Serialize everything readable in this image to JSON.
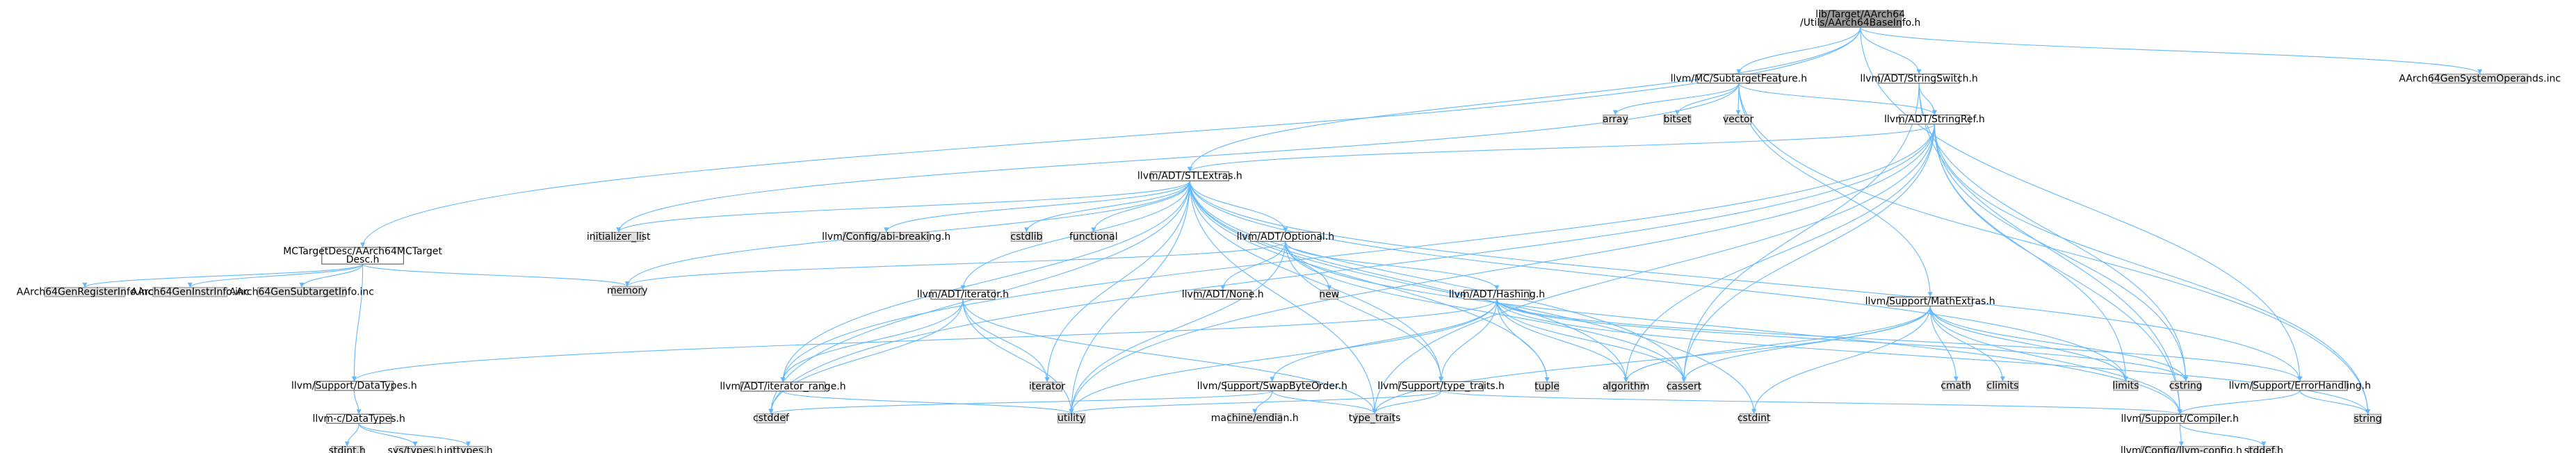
{
  "graph": {
    "edge_color": "#63b8ff",
    "nodes": [
      {
        "id": "root",
        "lines": [
          "lib/Target/AArch64",
          "/Utils/AArch64BaseInfo.h"
        ],
        "kind": "root"
      },
      {
        "id": "mctarget",
        "lines": [
          "MCTargetDesc/AArch64MCTarget",
          "Desc.h"
        ],
        "kind": "internal"
      },
      {
        "id": "stlextras",
        "lines": [
          "llvm/ADT/STLExtras.h"
        ],
        "kind": "internal"
      },
      {
        "id": "subtargetfeature",
        "lines": [
          "llvm/MC/SubtargetFeature.h"
        ],
        "kind": "internal"
      },
      {
        "id": "stringswitch",
        "lines": [
          "llvm/ADT/StringSwitch.h"
        ],
        "kind": "internal"
      },
      {
        "id": "sysoperands",
        "lines": [
          "AArch64GenSystemOperands.inc"
        ],
        "kind": "external"
      },
      {
        "id": "reginfo",
        "lines": [
          "AArch64GenRegisterInfo.inc"
        ],
        "kind": "external"
      },
      {
        "id": "instrinfo",
        "lines": [
          "AArch64GenInstrInfo.inc"
        ],
        "kind": "external"
      },
      {
        "id": "subtargetinfo",
        "lines": [
          "AArch64GenSubtargetInfo.inc"
        ],
        "kind": "external"
      },
      {
        "id": "memory",
        "lines": [
          "memory"
        ],
        "kind": "external"
      },
      {
        "id": "datatypes",
        "lines": [
          "llvm/Support/DataTypes.h"
        ],
        "kind": "internal"
      },
      {
        "id": "cdatatypes",
        "lines": [
          "llvm-c/DataTypes.h"
        ],
        "kind": "internal"
      },
      {
        "id": "stdint",
        "lines": [
          "stdint.h"
        ],
        "kind": "external"
      },
      {
        "id": "systypes",
        "lines": [
          "sys/types.h"
        ],
        "kind": "external"
      },
      {
        "id": "inttypes",
        "lines": [
          "inttypes.h"
        ],
        "kind": "external"
      },
      {
        "id": "initlist",
        "lines": [
          "initializer_list"
        ],
        "kind": "external"
      },
      {
        "id": "abibreaking",
        "lines": [
          "llvm/Config/abi-breaking.h"
        ],
        "kind": "external"
      },
      {
        "id": "cstdlib",
        "lines": [
          "cstdlib"
        ],
        "kind": "external"
      },
      {
        "id": "functional",
        "lines": [
          "functional"
        ],
        "kind": "external"
      },
      {
        "id": "optional",
        "lines": [
          "llvm/ADT/Optional.h"
        ],
        "kind": "internal"
      },
      {
        "id": "iteratorh",
        "lines": [
          "llvm/ADT/iterator.h"
        ],
        "kind": "internal"
      },
      {
        "id": "noneh",
        "lines": [
          "llvm/ADT/None.h"
        ],
        "kind": "internal"
      },
      {
        "id": "new",
        "lines": [
          "new"
        ],
        "kind": "external"
      },
      {
        "id": "hashing",
        "lines": [
          "llvm/ADT/Hashing.h"
        ],
        "kind": "internal"
      },
      {
        "id": "iterrange",
        "lines": [
          "llvm/ADT/iterator_range.h"
        ],
        "kind": "internal"
      },
      {
        "id": "iterator",
        "lines": [
          "iterator"
        ],
        "kind": "external"
      },
      {
        "id": "cstddef",
        "lines": [
          "cstddef"
        ],
        "kind": "external"
      },
      {
        "id": "utility",
        "lines": [
          "utility"
        ],
        "kind": "external"
      },
      {
        "id": "swapbyte",
        "lines": [
          "llvm/Support/SwapByteOrder.h"
        ],
        "kind": "internal"
      },
      {
        "id": "typetraitsh",
        "lines": [
          "llvm/Support/type_traits.h"
        ],
        "kind": "internal"
      },
      {
        "id": "machineendian",
        "lines": [
          "machine/endian.h"
        ],
        "kind": "external"
      },
      {
        "id": "typetraits",
        "lines": [
          "type_traits"
        ],
        "kind": "external"
      },
      {
        "id": "tuple",
        "lines": [
          "tuple"
        ],
        "kind": "external"
      },
      {
        "id": "algorithm",
        "lines": [
          "algorithm"
        ],
        "kind": "external"
      },
      {
        "id": "cassert",
        "lines": [
          "cassert"
        ],
        "kind": "external"
      },
      {
        "id": "cstdint",
        "lines": [
          "cstdint"
        ],
        "kind": "external"
      },
      {
        "id": "array",
        "lines": [
          "array"
        ],
        "kind": "external"
      },
      {
        "id": "bitset",
        "lines": [
          "bitset"
        ],
        "kind": "external"
      },
      {
        "id": "vector",
        "lines": [
          "vector"
        ],
        "kind": "external"
      },
      {
        "id": "stringref",
        "lines": [
          "llvm/ADT/StringRef.h"
        ],
        "kind": "internal"
      },
      {
        "id": "mathextras",
        "lines": [
          "llvm/Support/MathExtras.h"
        ],
        "kind": "internal"
      },
      {
        "id": "cmath",
        "lines": [
          "cmath"
        ],
        "kind": "external"
      },
      {
        "id": "climits",
        "lines": [
          "climits"
        ],
        "kind": "external"
      },
      {
        "id": "limits",
        "lines": [
          "limits"
        ],
        "kind": "external"
      },
      {
        "id": "cstring",
        "lines": [
          "cstring"
        ],
        "kind": "external"
      },
      {
        "id": "errorhandling",
        "lines": [
          "llvm/Support/ErrorHandling.h"
        ],
        "kind": "internal"
      },
      {
        "id": "compiler",
        "lines": [
          "llvm/Support/Compiler.h"
        ],
        "kind": "internal"
      },
      {
        "id": "string",
        "lines": [
          "string"
        ],
        "kind": "external"
      },
      {
        "id": "llvmconfig",
        "lines": [
          "llvm/Config/llvm-config.h"
        ],
        "kind": "external"
      },
      {
        "id": "stddef",
        "lines": [
          "stddef.h"
        ],
        "kind": "external"
      }
    ],
    "edges": [
      [
        "root",
        "mctarget"
      ],
      [
        "root",
        "stlextras"
      ],
      [
        "root",
        "subtargetfeature"
      ],
      [
        "root",
        "stringswitch"
      ],
      [
        "root",
        "sysoperands"
      ],
      [
        "root",
        "errorhandling"
      ],
      [
        "mctarget",
        "reginfo"
      ],
      [
        "mctarget",
        "instrinfo"
      ],
      [
        "mctarget",
        "subtargetinfo"
      ],
      [
        "mctarget",
        "memory"
      ],
      [
        "mctarget",
        "datatypes"
      ],
      [
        "datatypes",
        "cdatatypes"
      ],
      [
        "cdatatypes",
        "stdint"
      ],
      [
        "cdatatypes",
        "systypes"
      ],
      [
        "cdatatypes",
        "inttypes"
      ],
      [
        "stlextras",
        "initlist"
      ],
      [
        "stlextras",
        "memory"
      ],
      [
        "stlextras",
        "abibreaking"
      ],
      [
        "stlextras",
        "cstdlib"
      ],
      [
        "stlextras",
        "functional"
      ],
      [
        "stlextras",
        "optional"
      ],
      [
        "stlextras",
        "iteratorh"
      ],
      [
        "stlextras",
        "iterrange"
      ],
      [
        "stlextras",
        "typetraitsh"
      ],
      [
        "stlextras",
        "errorhandling"
      ],
      [
        "stlextras",
        "algorithm"
      ],
      [
        "stlextras",
        "cassert"
      ],
      [
        "stlextras",
        "cstddef"
      ],
      [
        "stlextras",
        "cstdint"
      ],
      [
        "stlextras",
        "iterator"
      ],
      [
        "stlextras",
        "limits"
      ],
      [
        "stlextras",
        "tuple"
      ],
      [
        "stlextras",
        "typetraits"
      ],
      [
        "stlextras",
        "utility"
      ],
      [
        "optional",
        "noneh"
      ],
      [
        "optional",
        "new"
      ],
      [
        "optional",
        "memory"
      ],
      [
        "optional",
        "hashing"
      ],
      [
        "optional",
        "compiler"
      ],
      [
        "optional",
        "typetraitsh"
      ],
      [
        "optional",
        "cassert"
      ],
      [
        "optional",
        "utility"
      ],
      [
        "iteratorh",
        "iterrange"
      ],
      [
        "iteratorh",
        "iterator"
      ],
      [
        "iteratorh",
        "cstddef"
      ],
      [
        "iteratorh",
        "typetraits"
      ],
      [
        "iteratorh",
        "utility"
      ],
      [
        "iterrange",
        "utility"
      ],
      [
        "hashing",
        "datatypes"
      ],
      [
        "hashing",
        "errorhandling"
      ],
      [
        "hashing",
        "swapbyte"
      ],
      [
        "hashing",
        "typetraitsh"
      ],
      [
        "hashing",
        "algorithm"
      ],
      [
        "hashing",
        "cassert"
      ],
      [
        "hashing",
        "cstring"
      ],
      [
        "hashing",
        "string"
      ],
      [
        "hashing",
        "tuple"
      ],
      [
        "hashing",
        "utility"
      ],
      [
        "swapbyte",
        "cstddef"
      ],
      [
        "swapbyte",
        "machineendian"
      ],
      [
        "swapbyte",
        "typetraits"
      ],
      [
        "typetraitsh",
        "compiler"
      ],
      [
        "typetraitsh",
        "typetraits"
      ],
      [
        "typetraitsh",
        "utility"
      ],
      [
        "subtargetfeature",
        "stringref"
      ],
      [
        "subtargetfeature",
        "mathextras"
      ],
      [
        "subtargetfeature",
        "array"
      ],
      [
        "subtargetfeature",
        "bitset"
      ],
      [
        "subtargetfeature",
        "initlist"
      ],
      [
        "subtargetfeature",
        "string"
      ],
      [
        "subtargetfeature",
        "vector"
      ],
      [
        "stringswitch",
        "stringref"
      ],
      [
        "stringswitch",
        "compiler"
      ],
      [
        "stringswitch",
        "cassert"
      ],
      [
        "stringswitch",
        "cstring"
      ],
      [
        "stringref",
        "stlextras"
      ],
      [
        "stringref",
        "iterrange"
      ],
      [
        "stringref",
        "compiler"
      ],
      [
        "stringref",
        "algorithm"
      ],
      [
        "stringref",
        "cassert"
      ],
      [
        "stringref",
        "cstddef"
      ],
      [
        "stringref",
        "cstring"
      ],
      [
        "stringref",
        "limits"
      ],
      [
        "stringref",
        "string"
      ],
      [
        "stringref",
        "typetraits"
      ],
      [
        "stringref",
        "utility"
      ],
      [
        "mathextras",
        "compiler"
      ],
      [
        "mathextras",
        "cassert"
      ],
      [
        "mathextras",
        "climits"
      ],
      [
        "mathextras",
        "cmath"
      ],
      [
        "mathextras",
        "cstdint"
      ],
      [
        "mathextras",
        "cstring"
      ],
      [
        "mathextras",
        "limits"
      ],
      [
        "mathextras",
        "typetraits"
      ],
      [
        "mathextras",
        "algorithm"
      ],
      [
        "errorhandling",
        "compiler"
      ],
      [
        "errorhandling",
        "string"
      ],
      [
        "compiler",
        "llvmconfig"
      ],
      [
        "compiler",
        "stddef"
      ]
    ]
  }
}
